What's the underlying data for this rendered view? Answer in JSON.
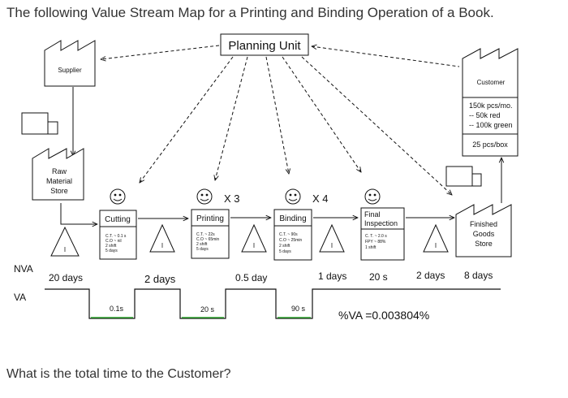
{
  "title": "The following Value Stream Map for a Printing and Binding Operation of a Book.",
  "question": "What is the total time to the Customer?",
  "planning_unit": "Planning Unit",
  "supplier": "Supplier",
  "customer": {
    "label": "Customer",
    "demand": [
      "150k pcs/mo.",
      "-- 50k red",
      "-- 100k green"
    ],
    "pack": "25 pcs/box"
  },
  "raw_material": [
    "Raw",
    "Material",
    "Store"
  ],
  "finished_goods": [
    "Finished",
    "Goods",
    "Store"
  ],
  "inventory_symbol": "I",
  "operator_multipliers": {
    "printing": "X 3",
    "binding": "X 4"
  },
  "processes": [
    {
      "name": "Cutting",
      "data": [
        "C.T. ~ 0.1 s",
        "C.O ~ nil",
        "2 shift",
        "5 days"
      ]
    },
    {
      "name": "Printing",
      "data": [
        "C.T. ~ 22s",
        "C.O ~ 65min",
        "2 shift",
        "5 days"
      ]
    },
    {
      "name": "Binding",
      "data": [
        "C.T. ~ 90s",
        "C.O ~ 25min",
        "2 shift",
        "5 days"
      ]
    },
    {
      "name": [
        "Final",
        "Inspection"
      ],
      "data": [
        "C. T. ~ 2.0 s",
        "FPY ~ 88%",
        "1 shift"
      ]
    }
  ],
  "timeline": {
    "nva_label": "NVA",
    "va_label": "VA",
    "nva": [
      "20 days",
      "2 days",
      "0.5 day",
      "1 days",
      "20 s",
      "2 days",
      "8 days"
    ],
    "va": [
      "0.1s",
      "20 s",
      "90 s"
    ],
    "va_percent": "%VA =0.003804%"
  }
}
